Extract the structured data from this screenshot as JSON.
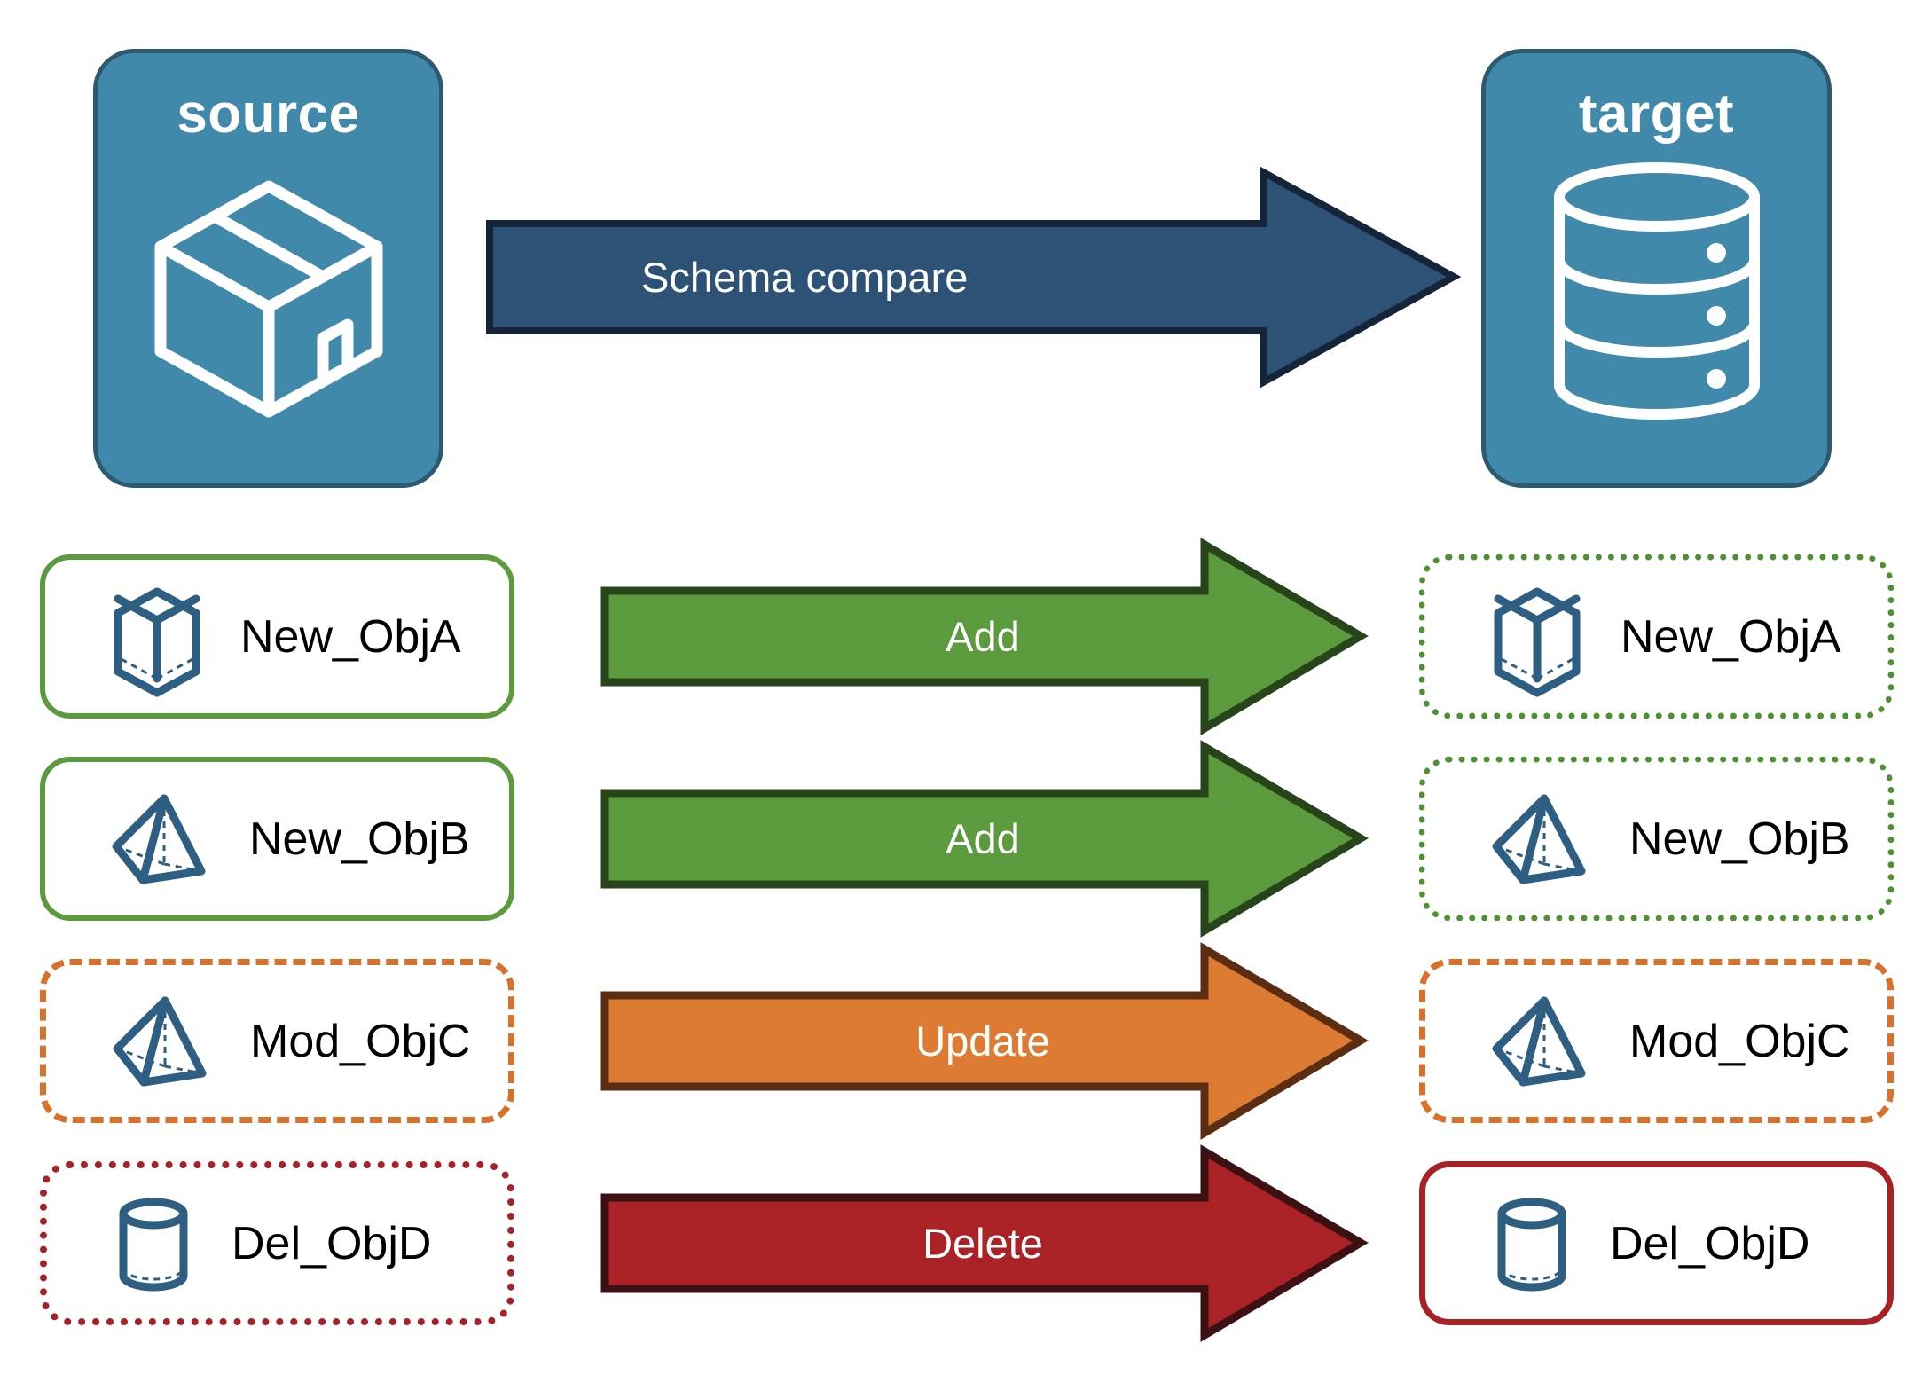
{
  "diagram": {
    "title": "Schema compare source to target",
    "background": "#FFFFFF"
  },
  "palette": {
    "endpoint_fill": "#4189AB",
    "endpoint_stroke": "#2E5A70",
    "icon_blue": "#2E5F82",
    "compare_arrow_fill": "#2E5275",
    "compare_arrow_stroke": "#16243A",
    "add_fill": "#5C9A3E",
    "add_stroke": "#27441A",
    "update_fill": "#DE7B33",
    "update_stroke": "#5B2D12",
    "delete_fill": "#AB2226",
    "delete_stroke": "#3D1013",
    "green_border": "#5C9A3E",
    "green_border_dotted": "#4E9131",
    "orange_border": "#D9712B",
    "red_border": "#A62226",
    "label_text": "#000000",
    "arrow_text": "#FFFFFF"
  },
  "endpoints": {
    "source": {
      "label": "source",
      "icon": "package-box-icon"
    },
    "target": {
      "label": "target",
      "icon": "database-cylinder-icon"
    }
  },
  "compare_arrow": {
    "label": "Schema compare",
    "direction": "right"
  },
  "rows": [
    {
      "source": {
        "label": "New_ObjA",
        "icon": "wireframe-cube-icon",
        "border_style": "solid",
        "border_color": "#5C9A3E"
      },
      "action": {
        "label": "Add",
        "fill": "#5C9A3E",
        "stroke": "#27441A"
      },
      "target": {
        "label": "New_ObjA",
        "icon": "wireframe-cube-icon",
        "border_style": "dotted",
        "border_color": "#4E9131"
      }
    },
    {
      "source": {
        "label": "New_ObjB",
        "icon": "wireframe-pyramid-icon",
        "border_style": "solid",
        "border_color": "#5C9A3E"
      },
      "action": {
        "label": "Add",
        "fill": "#5C9A3E",
        "stroke": "#27441A"
      },
      "target": {
        "label": "New_ObjB",
        "icon": "wireframe-pyramid-icon",
        "border_style": "dotted",
        "border_color": "#4E9131"
      }
    },
    {
      "source": {
        "label": "Mod_ObjC",
        "icon": "wireframe-pyramid-icon",
        "border_style": "dashed",
        "border_color": "#D9712B"
      },
      "action": {
        "label": "Update",
        "fill": "#DE7B33",
        "stroke": "#5B2D12"
      },
      "target": {
        "label": "Mod_ObjC",
        "icon": "wireframe-pyramid-icon",
        "border_style": "dashed",
        "border_color": "#D9712B"
      }
    },
    {
      "source": {
        "label": "Del_ObjD",
        "icon": "wireframe-cylinder-icon",
        "border_style": "dotted",
        "border_color": "#A62226"
      },
      "action": {
        "label": "Delete",
        "fill": "#AB2226",
        "stroke": "#3D1013"
      },
      "target": {
        "label": "Del_ObjD",
        "icon": "wireframe-cylinder-icon",
        "border_style": "solid",
        "border_color": "#A62226"
      }
    }
  ]
}
